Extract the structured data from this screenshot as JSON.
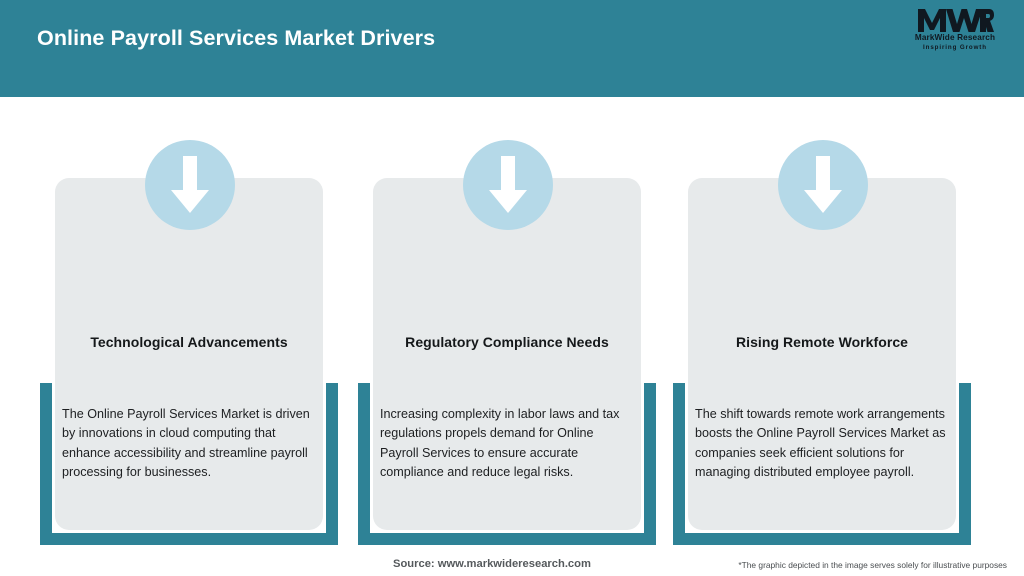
{
  "header": {
    "title": "Online Payroll Services Market Drivers",
    "background_color": "#2e8296",
    "title_color": "#ffffff"
  },
  "logo": {
    "mark": "MWR",
    "name": "MarkWide Research",
    "tagline": "Inspiring Growth"
  },
  "theme": {
    "accent_teal": "#2e8296",
    "card_background": "#e7eaeb",
    "circle_blue": "#b5d9e8",
    "arrow_color": "#ffffff",
    "page_background": "#ffffff"
  },
  "cards": [
    {
      "icon": "arrow-down-icon",
      "title": "Technological Advancements",
      "body": "The Online Payroll Services Market is driven by innovations in cloud computing that enhance accessibility and streamline payroll processing for businesses."
    },
    {
      "icon": "arrow-down-icon",
      "title": "Regulatory Compliance Needs",
      "body": "Increasing complexity in labor laws and tax regulations propels demand for Online Payroll Services to ensure accurate compliance and reduce legal risks."
    },
    {
      "icon": "arrow-down-icon",
      "title": "Rising Remote Workforce",
      "body": "The shift towards remote work arrangements boosts the Online Payroll Services Market as companies seek efficient solutions for managing distributed employee payroll."
    }
  ],
  "footer": {
    "source": "Source: www.markwideresearch.com",
    "disclaimer": "*The graphic depicted in the image serves solely for illustrative purposes"
  }
}
